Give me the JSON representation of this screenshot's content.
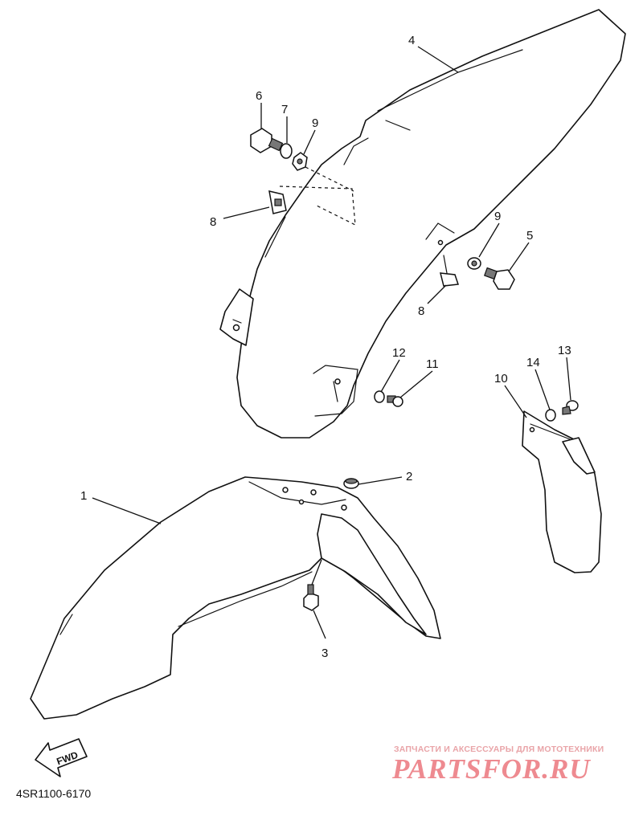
{
  "callouts": [
    {
      "id": "c1",
      "text": "1"
    },
    {
      "id": "c2",
      "text": "2"
    },
    {
      "id": "c3",
      "text": "3"
    },
    {
      "id": "c4",
      "text": "4"
    },
    {
      "id": "c5",
      "text": "5"
    },
    {
      "id": "c6",
      "text": "6"
    },
    {
      "id": "c7",
      "text": "7"
    },
    {
      "id": "c8a",
      "text": "8"
    },
    {
      "id": "c8b",
      "text": "8"
    },
    {
      "id": "c9a",
      "text": "9"
    },
    {
      "id": "c9b",
      "text": "9"
    },
    {
      "id": "c10",
      "text": "10"
    },
    {
      "id": "c11",
      "text": "11"
    },
    {
      "id": "c12",
      "text": "12"
    },
    {
      "id": "c13",
      "text": "13"
    },
    {
      "id": "c14",
      "text": "14"
    }
  ],
  "fwd_label": "FWD",
  "diagram_code": "4SR1100-6170",
  "watermark": {
    "tagline": "ЗАПЧАСТИ И АКСЕССУАРЫ ДЛЯ МОТОТЕХНИКИ",
    "logo": "PARTSFOR.RU",
    "color": "#ee8a90"
  }
}
